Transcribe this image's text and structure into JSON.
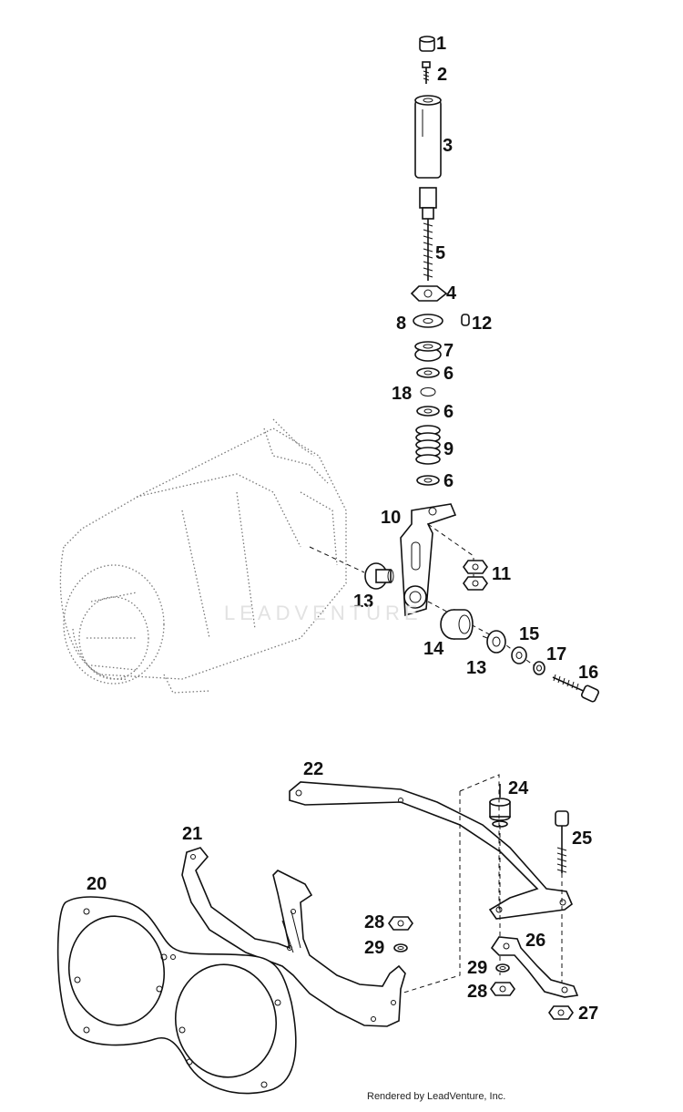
{
  "diagram": {
    "callouts": {
      "c1": "1",
      "c2": "2",
      "c3": "3",
      "c4": "4",
      "c5": "5",
      "c6a": "6",
      "c6b": "6",
      "c6c": "6",
      "c7": "7",
      "c8": "8",
      "c9": "9",
      "c10": "10",
      "c11": "11",
      "c12": "12",
      "c13a": "13",
      "c13b": "13",
      "c14": "14",
      "c15": "15",
      "c16": "16",
      "c17": "17",
      "c18": "18",
      "c20": "20",
      "c21": "21",
      "c22": "22",
      "c24": "24",
      "c25": "25",
      "c26": "26",
      "c27": "27",
      "c28a": "28",
      "c28b": "28",
      "c29a": "29",
      "c29b": "29"
    },
    "watermark": "LEADVENTURE",
    "footer": "Rendered by LeadVenture, Inc."
  }
}
